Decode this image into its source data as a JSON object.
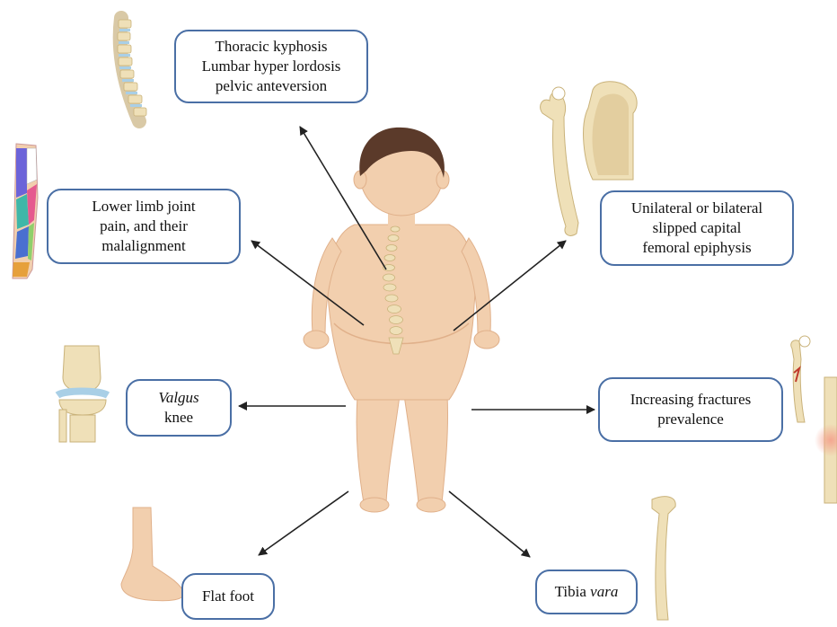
{
  "labels": {
    "spine": {
      "line1": "Thoracic kyphosis",
      "line2": "Lumbar hyper lordosis",
      "line3": "pelvic anteversion"
    },
    "lower_limb": {
      "line1": "Lower limb joint",
      "line2": "pain, and their",
      "line3": "malalignment"
    },
    "valgus": {
      "italic": "Valgus",
      "rest": "knee"
    },
    "flat_foot": {
      "text": "Flat foot"
    },
    "scfe": {
      "line1": "Unilateral or bilateral",
      "line2": "slipped capital",
      "line3": "femoral epiphysis"
    },
    "fractures": {
      "line1": "Increasing fractures",
      "line2": "prevalence"
    },
    "tibia": {
      "plain": "Tibia ",
      "italic": "vara"
    }
  },
  "colors": {
    "box_border": "#4a6fa5",
    "skin": "#f2cfae",
    "skin_shade": "#e0b08a",
    "hair": "#5b3a2a",
    "bone": "#efe0b8",
    "bone_outline": "#c9b27a",
    "arrow": "#222222"
  },
  "icons": [
    "spine-icon",
    "leg-pain-map-icon",
    "knee-joint-icon",
    "foot-icon",
    "femur-icon",
    "femoral-head-section-icon",
    "fractured-bone-icon",
    "tibia-icon",
    "child-body-icon"
  ]
}
